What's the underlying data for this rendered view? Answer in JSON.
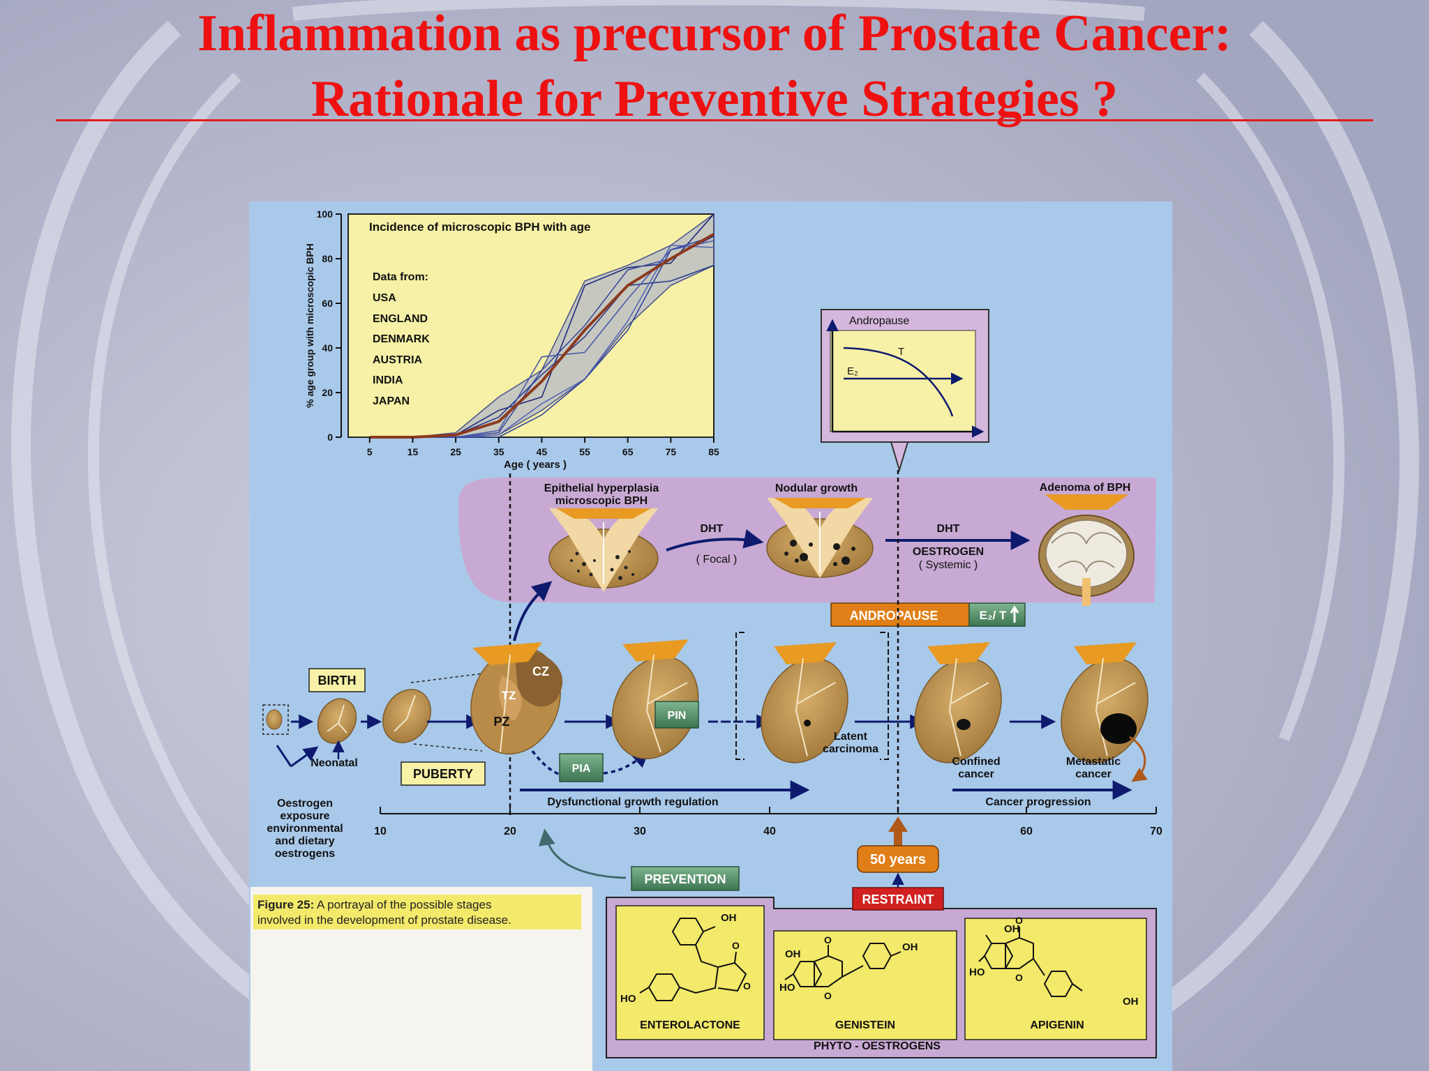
{
  "slide": {
    "title_line1": "Inflammation as precursor of Prostate Cancer:",
    "title_line2": "Rationale for Preventive Strategies ?"
  },
  "chart_data": {
    "type": "line",
    "title": "Incidence of microscopic BPH with age",
    "xlabel": "Age ( years )",
    "ylabel": "% age group with microscopic BPH",
    "xlim": [
      0,
      85
    ],
    "ylim": [
      0,
      100
    ],
    "x_ticks": [
      "5",
      "15",
      "25",
      "35",
      "45",
      "55",
      "65",
      "75",
      "85"
    ],
    "y_ticks": [
      "0",
      "20",
      "40",
      "60",
      "80",
      "100"
    ],
    "legend_heading": "Data from:",
    "countries": [
      "USA",
      "ENGLAND",
      "DENMARK",
      "AUSTRIA",
      "INDIA",
      "JAPAN"
    ],
    "grid": false,
    "band": {
      "x": [
        5,
        15,
        25,
        35,
        45,
        55,
        65,
        75,
        85
      ],
      "upper": [
        0,
        0,
        2,
        18,
        30,
        70,
        77,
        86,
        100
      ],
      "lower": [
        0,
        0,
        0,
        1,
        12,
        26,
        50,
        68,
        77
      ]
    },
    "series": [
      {
        "values": [
          [
            5,
            0
          ],
          [
            15,
            0
          ],
          [
            25,
            1
          ],
          [
            35,
            12
          ],
          [
            45,
            18
          ],
          [
            55,
            68
          ],
          [
            65,
            76
          ],
          [
            75,
            78
          ],
          [
            85,
            100
          ]
        ]
      },
      {
        "values": [
          [
            5,
            0
          ],
          [
            15,
            0
          ],
          [
            25,
            0
          ],
          [
            35,
            2
          ],
          [
            45,
            30
          ],
          [
            55,
            50
          ],
          [
            65,
            75
          ],
          [
            75,
            80
          ],
          [
            85,
            90
          ]
        ]
      },
      {
        "values": [
          [
            5,
            0
          ],
          [
            15,
            0
          ],
          [
            25,
            1
          ],
          [
            35,
            9
          ],
          [
            45,
            28
          ],
          [
            55,
            45
          ],
          [
            65,
            68
          ],
          [
            75,
            70
          ],
          [
            85,
            77
          ]
        ]
      },
      {
        "values": [
          [
            5,
            0
          ],
          [
            15,
            0
          ],
          [
            25,
            0
          ],
          [
            35,
            3
          ],
          [
            45,
            36
          ],
          [
            55,
            38
          ],
          [
            65,
            62
          ],
          [
            75,
            84
          ],
          [
            85,
            88
          ]
        ]
      },
      {
        "values": [
          [
            5,
            0
          ],
          [
            15,
            0
          ],
          [
            25,
            0
          ],
          [
            35,
            1
          ],
          [
            45,
            15
          ],
          [
            55,
            26
          ],
          [
            65,
            52
          ],
          [
            75,
            86
          ],
          [
            85,
            85
          ]
        ]
      },
      {
        "values": [
          [
            5,
            0
          ],
          [
            15,
            0
          ],
          [
            25,
            0
          ],
          [
            35,
            0
          ],
          [
            45,
            10
          ],
          [
            55,
            26
          ],
          [
            65,
            48
          ],
          [
            75,
            84
          ],
          [
            85,
            90
          ]
        ]
      },
      {
        "values": [
          [
            5,
            0
          ],
          [
            15,
            0
          ],
          [
            25,
            1
          ],
          [
            35,
            7
          ],
          [
            45,
            25
          ],
          [
            55,
            48
          ],
          [
            65,
            68
          ],
          [
            75,
            80
          ],
          [
            85,
            91
          ]
        ]
      }
    ]
  },
  "andropause_chart": {
    "title": "Andropause",
    "curve_t": "T",
    "curve_e2": "E₂"
  },
  "stages": {
    "epithelial": "Epithelial hyperplasia",
    "epithelial_sub": "microscopic BPH",
    "nodular": "Nodular growth",
    "adenoma": "Adenoma of BPH",
    "dht1": "DHT",
    "focal": "( Focal )",
    "dht2": "DHT",
    "oestrogen": "OESTROGEN",
    "systemic": "( Systemic )"
  },
  "labels": {
    "andropause": "ANDROPAUSE",
    "e2t": "E₂/ T",
    "birth": "BIRTH",
    "neonatal": "Neonatal",
    "puberty": "PUBERTY",
    "oestrogen_exposure": [
      "Oestrogen",
      "exposure",
      "environmental",
      "and dietary",
      "oestrogens"
    ],
    "cz": "CZ",
    "tz": "TZ",
    "pz": "PZ",
    "pia": "PIA",
    "pin": "PIN",
    "latent": "Latent",
    "carcinoma": "carcinoma",
    "confined1": "Confined",
    "confined2": "cancer",
    "metastatic1": "Metastatic",
    "metastatic2": "cancer",
    "dysfunctional": "Dysfunctional growth regulation",
    "cancer_progression": "Cancer progression",
    "timeline_ticks": [
      "10",
      "20",
      "30",
      "40",
      "60",
      "70"
    ],
    "fifty_years": "50 years",
    "prevention": "PREVENTION",
    "restraint": "RESTRAINT",
    "phyto": "PHYTO - OESTROGENS"
  },
  "molecules": {
    "enterolactone": "ENTEROLACTONE",
    "genistein": "GENISTEIN",
    "apigenin": "APIGENIN",
    "oh": "OH",
    "ho": "HO",
    "o": "O"
  },
  "caption": {
    "label": "Figure 25:",
    "text_line1": " A portrayal of the possible stages",
    "text_line2": "involved in the development of prostate disease."
  },
  "colors": {
    "title": "#ee1111",
    "figure_bg": "#a9c9ea",
    "chart_bg": "#f6f1a6",
    "purple_band": "#c8a9d3",
    "andropause": "#e07f17",
    "green_badge": "#4f8f67",
    "restraint": "#d02020",
    "caption_bg": "#f3e96a",
    "gland": "#bf9550",
    "navy": "#0d1a6e"
  }
}
